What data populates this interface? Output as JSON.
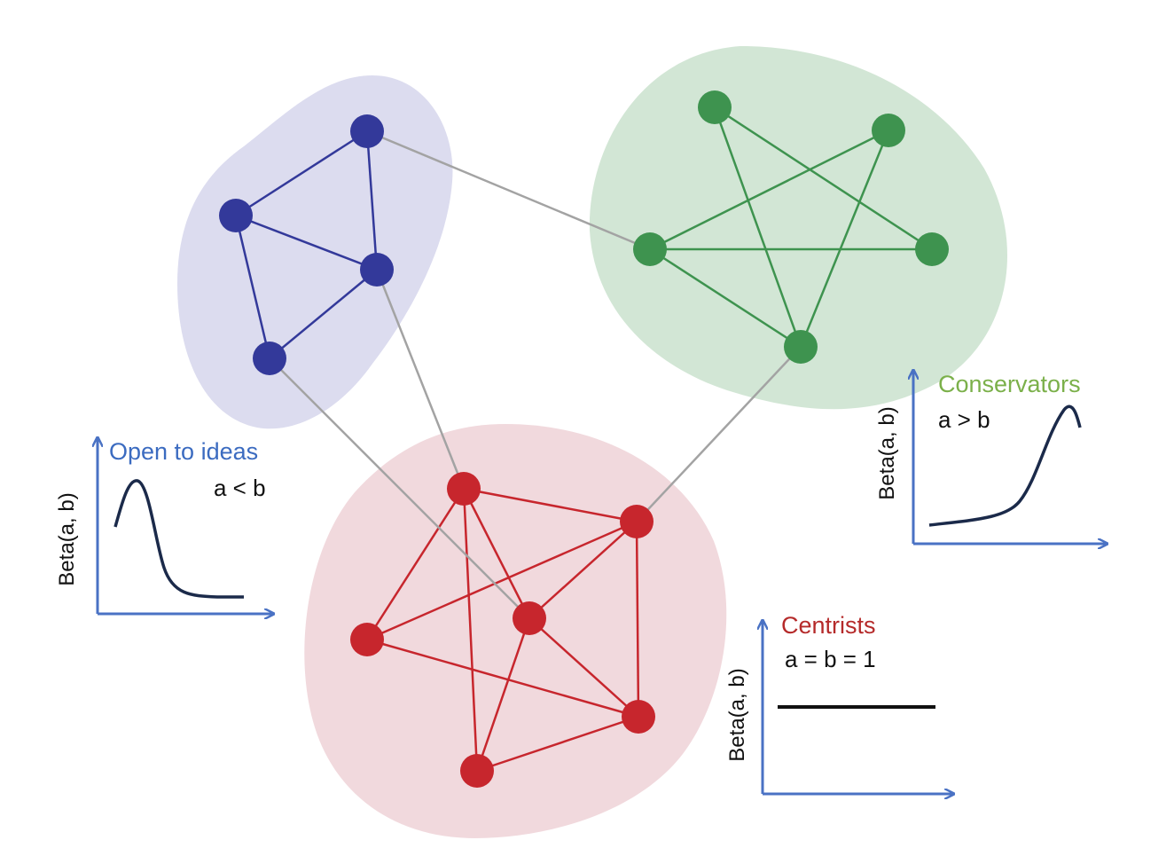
{
  "colors": {
    "background": "#ffffff",
    "blue_node": "#33399a",
    "blue_blob": "#dcdcef",
    "green_node": "#3e934f",
    "green_blob": "#d2e6d5",
    "red_node": "#c7262d",
    "red_blob": "#f1d9dd",
    "inter_edge": "#a3a3a3",
    "axis": "#4a72c4",
    "curve": "#1b2a4a"
  },
  "groups": {
    "open": {
      "title": "Open to ideas",
      "condition": "a < b",
      "ylabel": "Beta(a, b)",
      "title_color": "#3b6bc0"
    },
    "conservators": {
      "title": "Conservators",
      "condition": "a > b",
      "ylabel": "Beta(a, b)",
      "title_color": "#7bb04a"
    },
    "centrists": {
      "title": "Centrists",
      "condition": "a = b = 1",
      "ylabel": "Beta(a, b)",
      "title_color": "#b52a2a"
    }
  }
}
